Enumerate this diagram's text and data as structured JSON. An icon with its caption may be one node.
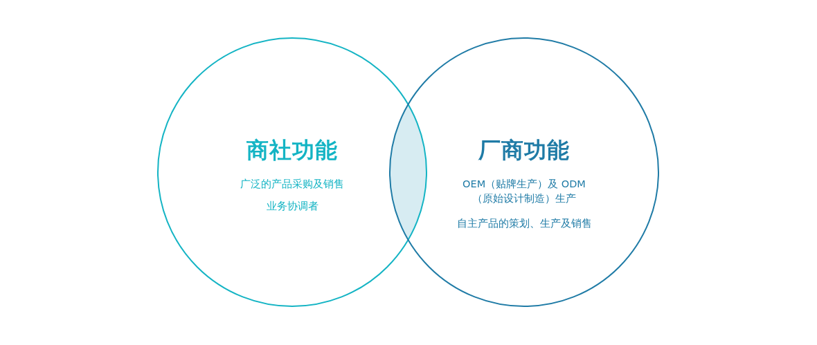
{
  "diagram": {
    "nodes": [
      {
        "text": [
          "商社功能",
          "广泛的产品采购及销售",
          "业务协调者"
        ]
      },
      {
        "text": [
          "厂商功能",
          "OEM（贴牌生产）及 ODM（原始设计制造）生产",
          "自主产品的策划、生产及销售"
        ]
      },
      {
        "text": [],
        "shape": "lens"
      }
    ]
  }
}
